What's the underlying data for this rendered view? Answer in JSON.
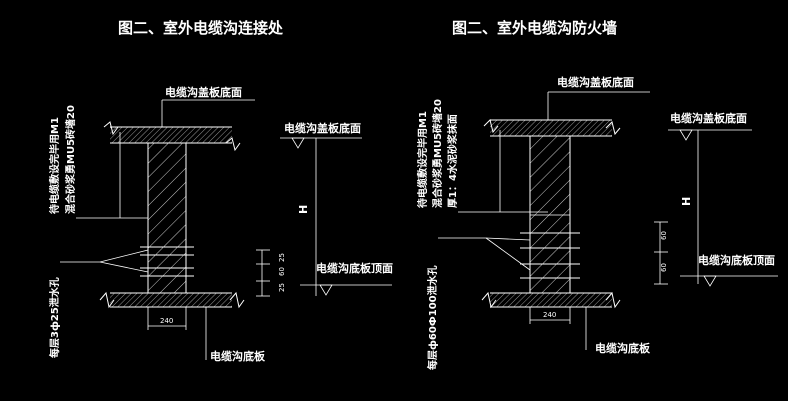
{
  "left": {
    "title": "图二、室外电缆沟连接处",
    "cover_bottom": "电缆沟盖板底面",
    "cover_bottom_right": "电缆沟盖板底面",
    "floor_top": "电缆沟底板顶面",
    "floor": "电缆沟底板",
    "note_wall_line1": "待电缆敷设完毕用M1",
    "note_wall_line2": "混合砂浆勇MU5砖墙20",
    "note_pipe": "每层3ф25泄水孔",
    "width_dim": "240",
    "dims": [
      "25",
      "60",
      "25"
    ],
    "h_label": "H"
  },
  "right": {
    "title": "图二、室外电缆沟防火墙",
    "cover_bottom": "电缆沟盖板底面",
    "cover_bottom_right": "电缆沟盖板底面",
    "floor_top": "电缆沟底板顶面",
    "floor": "电缆沟底板",
    "note_wall_line1": "待电缆敷设完毕用M1",
    "note_wall_line2": "混合砂浆勇MU5砖墙20",
    "note_wall_line3": "厚1：4水泥砂浆抹面",
    "note_pipe": "每层ф60Ф100泄水孔",
    "width_dim": "240",
    "dims": [
      "60",
      "60"
    ],
    "h_label": "H"
  },
  "colors": {
    "background": "#000000",
    "line": "#ffffff"
  }
}
